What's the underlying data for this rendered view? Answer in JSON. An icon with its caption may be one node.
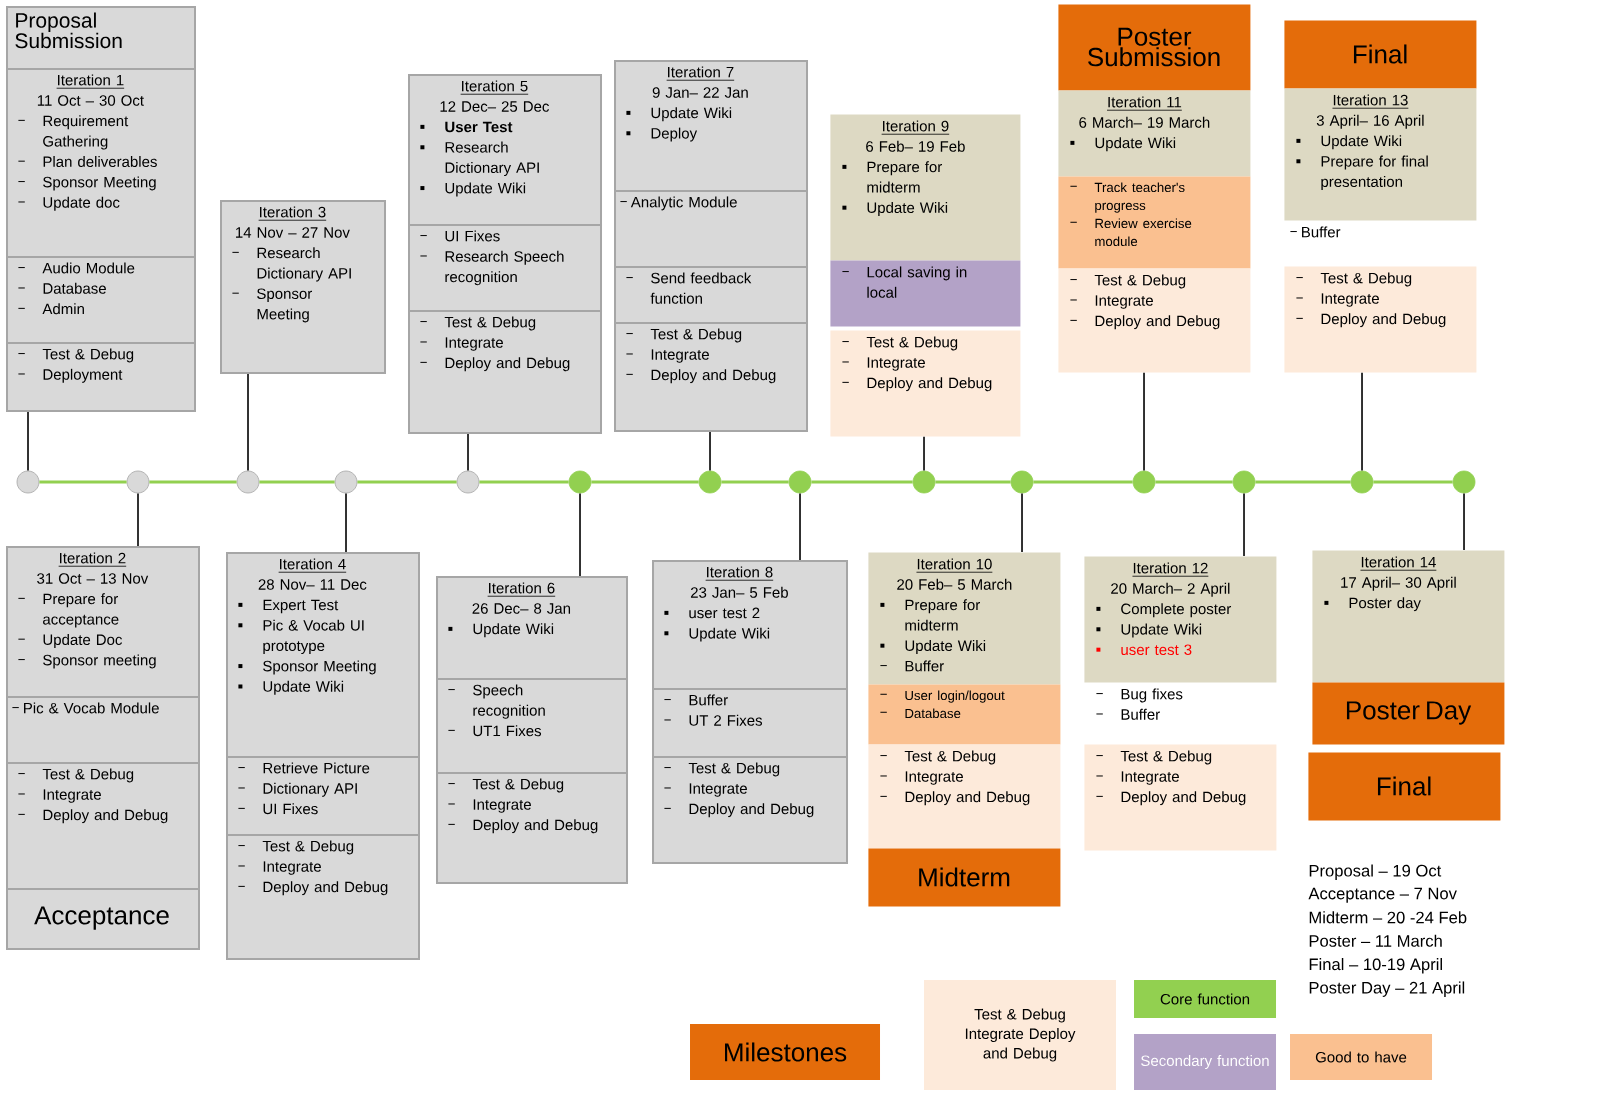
{
  "diagram": {
    "nodes": [
      {
        "text": [
          "Proposal Submission"
        ]
      },
      {
        "text": [
          "Iteration 1",
          "11 Oct – 30 Oct",
          "Requirement Gathering",
          "Plan deliverables",
          "Sponsor Meeting",
          "Update doc"
        ]
      },
      {
        "text": [
          "Audio Module",
          "Database",
          "Admin"
        ]
      },
      {
        "text": [
          "Test & Debug",
          "Deployment"
        ]
      },
      {
        "text": [
          "Iteration 2",
          "31 Oct – 13 Nov",
          "Prepare for acceptance",
          "Update Doc",
          "Sponsor meeting"
        ]
      },
      {
        "text": [
          "Pic & Vocab Module"
        ]
      },
      {
        "text": [
          "Test & Debug",
          "Integrate",
          "Deploy and Debug"
        ]
      },
      {
        "text": [
          "Acceptance"
        ]
      },
      {
        "text": [
          "Iteration 3",
          "14 Nov – 27 Nov",
          "Research Dictionary API",
          "Sponsor Meeting"
        ]
      },
      {
        "text": [
          "Iteration 4",
          "28 Nov– 11 Dec",
          "Expert Test",
          "Pic & Vocab UI prototype",
          "Sponsor Meeting",
          "Update Wiki"
        ]
      },
      {
        "text": [
          "Retrieve Picture",
          "Dictionary API",
          "UI Fixes"
        ]
      },
      {
        "text": [
          "Test & Debug",
          "Integrate",
          "Deploy and Debug"
        ]
      },
      {
        "text": [
          "Iteration 5",
          "12 Dec– 25 Dec",
          "User Test",
          "Research Dictionary API",
          "Update Wiki"
        ]
      },
      {
        "text": [
          "UI Fixes",
          "Research Speech recognition"
        ]
      },
      {
        "text": [
          "Test & Debug",
          "Integrate",
          "Deploy and Debug"
        ]
      },
      {
        "text": [
          "Iteration 6",
          "26 Dec– 8 Jan",
          "Update Wiki"
        ]
      },
      {
        "text": [
          "Speech recognition",
          "UT1 Fixes"
        ]
      },
      {
        "text": [
          "Test & Debug",
          "Integrate",
          "Deploy and Debug"
        ]
      },
      {
        "text": [
          "Iteration 7",
          "9 Jan– 22 Jan",
          "Update Wiki",
          "Deploy"
        ]
      },
      {
        "text": [
          "Analytic Module"
        ]
      },
      {
        "text": [
          "Send feedback function"
        ]
      },
      {
        "text": [
          "Test & Debug",
          "Integrate",
          "Deploy and Debug"
        ]
      },
      {
        "text": [
          "Iteration 8",
          "23 Jan– 5 Feb",
          "user test 2",
          "Update Wiki"
        ]
      },
      {
        "text": [
          "Buffer",
          "UT 2 Fixes"
        ]
      },
      {
        "text": [
          "Test & Debug",
          "Integrate",
          "Deploy and Debug"
        ]
      },
      {
        "text": [
          "Iteration 9",
          "6 Feb– 19 Feb",
          "Prepare for midterm",
          "Update Wiki"
        ]
      },
      {
        "text": [
          "Local saving in local"
        ]
      },
      {
        "text": [
          "Test & Debug",
          "Integrate",
          "Deploy and Debug"
        ]
      },
      {
        "text": [
          "Iteration 10",
          "20 Feb– 5 March",
          "Prepare for midterm",
          "Update Wiki",
          "Buffer"
        ]
      },
      {
        "text": [
          "User login/logout",
          "Database"
        ]
      },
      {
        "text": [
          "Test & Debug",
          "Integrate",
          "Deploy and Debug"
        ]
      },
      {
        "text": [
          "Midterm"
        ]
      },
      {
        "text": [
          "Poster Submission"
        ]
      },
      {
        "text": [
          "Iteration 11",
          "6 March– 19 March",
          "Update Wiki"
        ]
      },
      {
        "text": [
          "Track teacher's progress",
          "Review exercise module"
        ]
      },
      {
        "text": [
          "Test & Debug",
          "Integrate",
          "Deploy and Debug"
        ]
      },
      {
        "text": [
          "Iteration 12",
          "20 March– 2 April",
          "Complete poster",
          "Update Wiki",
          "user test 3"
        ]
      },
      {
        "text": [
          "Bug fixes",
          "Buffer"
        ]
      },
      {
        "text": [
          "Test & Debug",
          "Integrate",
          "Deploy and Debug"
        ]
      },
      {
        "text": [
          "Final"
        ]
      },
      {
        "text": [
          "Iteration 13",
          "3 April– 16 April",
          "Update Wiki",
          "Prepare for final presentation"
        ]
      },
      {
        "text": [
          "Buffer"
        ]
      },
      {
        "text": [
          "Test & Debug",
          "Integrate",
          "Deploy and Debug"
        ]
      },
      {
        "text": [
          "Iteration 14",
          "17 April– 30 April",
          "Poster day"
        ]
      },
      {
        "text": [
          "Poster Day"
        ]
      },
      {
        "text": [
          "Final"
        ]
      },
      {
        "text": [],
        "shape": "circle"
      },
      {
        "text": [],
        "shape": "circle"
      },
      {
        "text": [],
        "shape": "circle"
      },
      {
        "text": [],
        "shape": "circle"
      },
      {
        "text": [],
        "shape": "circle"
      },
      {
        "text": [],
        "shape": "circle"
      },
      {
        "text": [],
        "shape": "circle"
      },
      {
        "text": [],
        "shape": "circle"
      },
      {
        "text": [],
        "shape": "circle"
      },
      {
        "text": [],
        "shape": "circle"
      },
      {
        "text": [],
        "shape": "circle"
      },
      {
        "text": [],
        "shape": "circle"
      },
      {
        "text": [],
        "shape": "circle"
      },
      {
        "text": [],
        "shape": "circle"
      }
    ],
    "edges": [
      {
        "from": 46,
        "to": 3,
        "arrow": "none"
      },
      {
        "from": 47,
        "to": 4,
        "arrow": "none"
      },
      {
        "from": 48,
        "to": 8,
        "arrow": "none"
      },
      {
        "from": 49,
        "to": 9,
        "arrow": "none"
      },
      {
        "from": 50,
        "to": 14,
        "arrow": "none"
      },
      {
        "from": 51,
        "to": 15,
        "arrow": "none"
      },
      {
        "from": 52,
        "to": 21,
        "arrow": "none"
      },
      {
        "from": 53,
        "to": 22,
        "arrow": "none"
      },
      {
        "from": 54,
        "to": 27,
        "arrow": "none"
      },
      {
        "from": 55,
        "to": 28,
        "arrow": "none"
      },
      {
        "from": 56,
        "to": 35,
        "arrow": "none"
      },
      {
        "from": 57,
        "to": 36,
        "arrow": "none"
      },
      {
        "from": 58,
        "to": 42,
        "arrow": "none"
      },
      {
        "from": 59,
        "to": 43,
        "arrow": "none"
      },
      {
        "from": 46,
        "to": 47,
        "arrow": "none",
        "color": "#92d050"
      },
      {
        "from": 47,
        "to": 48,
        "arrow": "none",
        "color": "#92d050"
      },
      {
        "from": 48,
        "to": 49,
        "arrow": "none",
        "color": "#92d050"
      },
      {
        "from": 49,
        "to": 50,
        "arrow": "none",
        "color": "#92d050"
      },
      {
        "from": 50,
        "to": 51,
        "arrow": "none",
        "color": "#92d050"
      },
      {
        "from": 51,
        "to": 52,
        "arrow": "none",
        "color": "#92d050"
      },
      {
        "from": 52,
        "to": 53,
        "arrow": "none",
        "color": "#92d050"
      },
      {
        "from": 53,
        "to": 54,
        "arrow": "none",
        "color": "#92d050"
      },
      {
        "from": 54,
        "to": 55,
        "arrow": "none",
        "color": "#92d050"
      },
      {
        "from": 55,
        "to": 56,
        "arrow": "none",
        "color": "#92d050"
      },
      {
        "from": 56,
        "to": 57,
        "arrow": "none",
        "color": "#92d050"
      },
      {
        "from": 57,
        "to": 58,
        "arrow": "none",
        "color": "#92d050"
      },
      {
        "from": 58,
        "to": 59,
        "arrow": "none",
        "color": "#92d050"
      }
    ],
    "labels": [
      "Proposal – 19 Oct",
      "Acceptance – 7 Nov",
      "Midterm – 20 -24 Feb",
      "Poster – 11 March",
      "Final – 10-19 April",
      "Poster Day – 21 April"
    ],
    "legend": [
      {
        "text": "Milestones",
        "color": "#e46c0a"
      },
      {
        "text": "Test & Debug Integrate Deploy and Debug",
        "color": "#fdeada"
      },
      {
        "text": "Core function",
        "color": "#92d050"
      },
      {
        "text": "Secondary function",
        "color": "#b3a2c7"
      },
      {
        "text": "Good to have",
        "color": "#fac090"
      }
    ]
  }
}
